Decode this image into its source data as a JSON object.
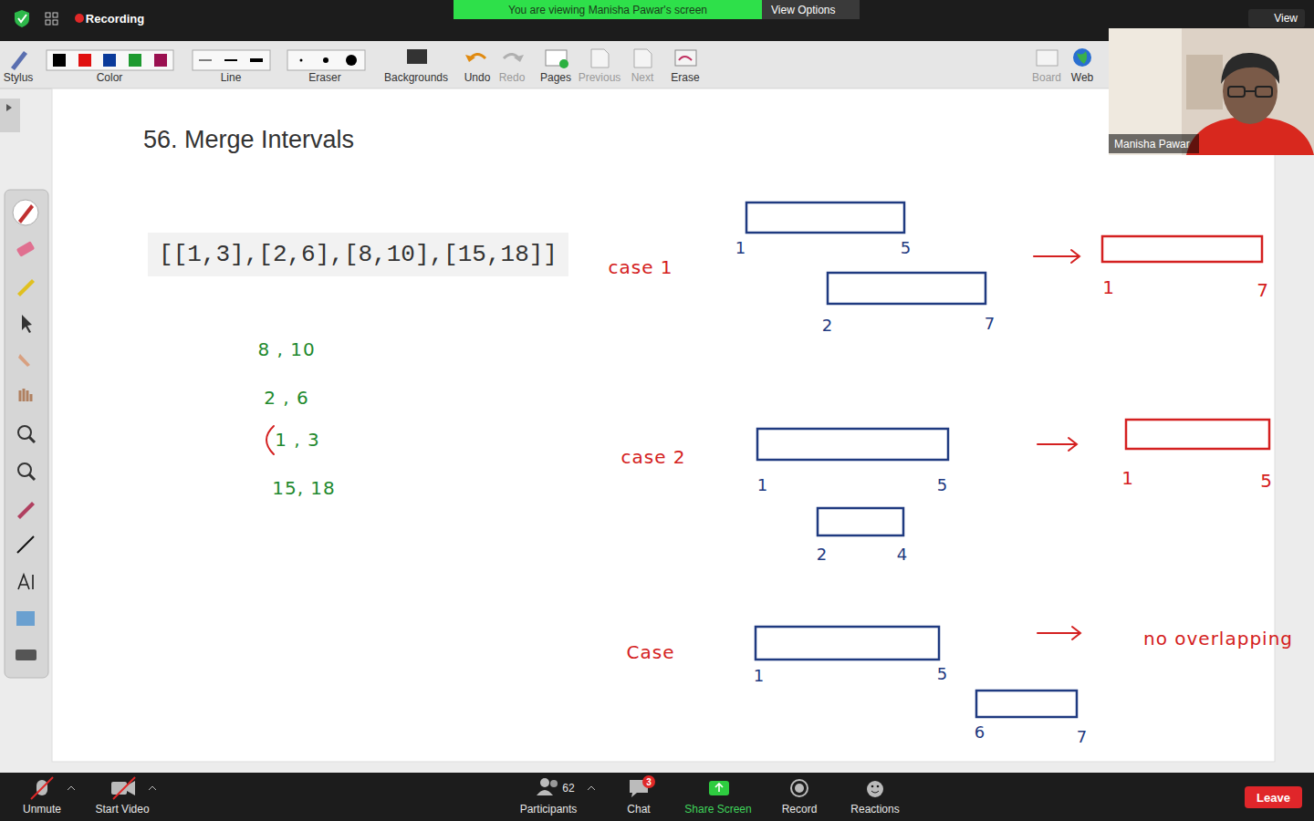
{
  "diagram": {
    "title": "56. Merge Intervals",
    "nodes": [
      {
        "text": [
          "You are viewing Manisha Pawar's screen"
        ]
      },
      {
        "text": [
          "View Options"
        ]
      },
      {
        "text": [
          "View"
        ]
      },
      {
        "text": [
          "Manisha Pawar"
        ]
      },
      {
        "text": [
          "[[1,3],[2,6],[8,10],[15,18]]"
        ]
      },
      {
        "text": [
          "Leave"
        ]
      }
    ],
    "labels": [
      "Recording",
      "Stylus",
      "Color",
      "Line",
      "Eraser",
      "Backgrounds",
      "Undo",
      "Redo",
      "Pages",
      "Previous",
      "Next",
      "Erase",
      "Board",
      "Web",
      "8 , 10",
      "2 , 6",
      "1 , 3",
      "15, 18",
      "case 1",
      "1",
      "5",
      "2",
      "7",
      "1",
      "7",
      "case 2",
      "1",
      "5",
      "2",
      "4",
      "1",
      "5",
      "Case",
      "1",
      "5",
      "6",
      "7",
      "no overlapping",
      "Unmute",
      "Start Video",
      "62",
      "Participants",
      "3",
      "Chat",
      "Share Screen",
      "Record",
      "Reactions"
    ]
  }
}
